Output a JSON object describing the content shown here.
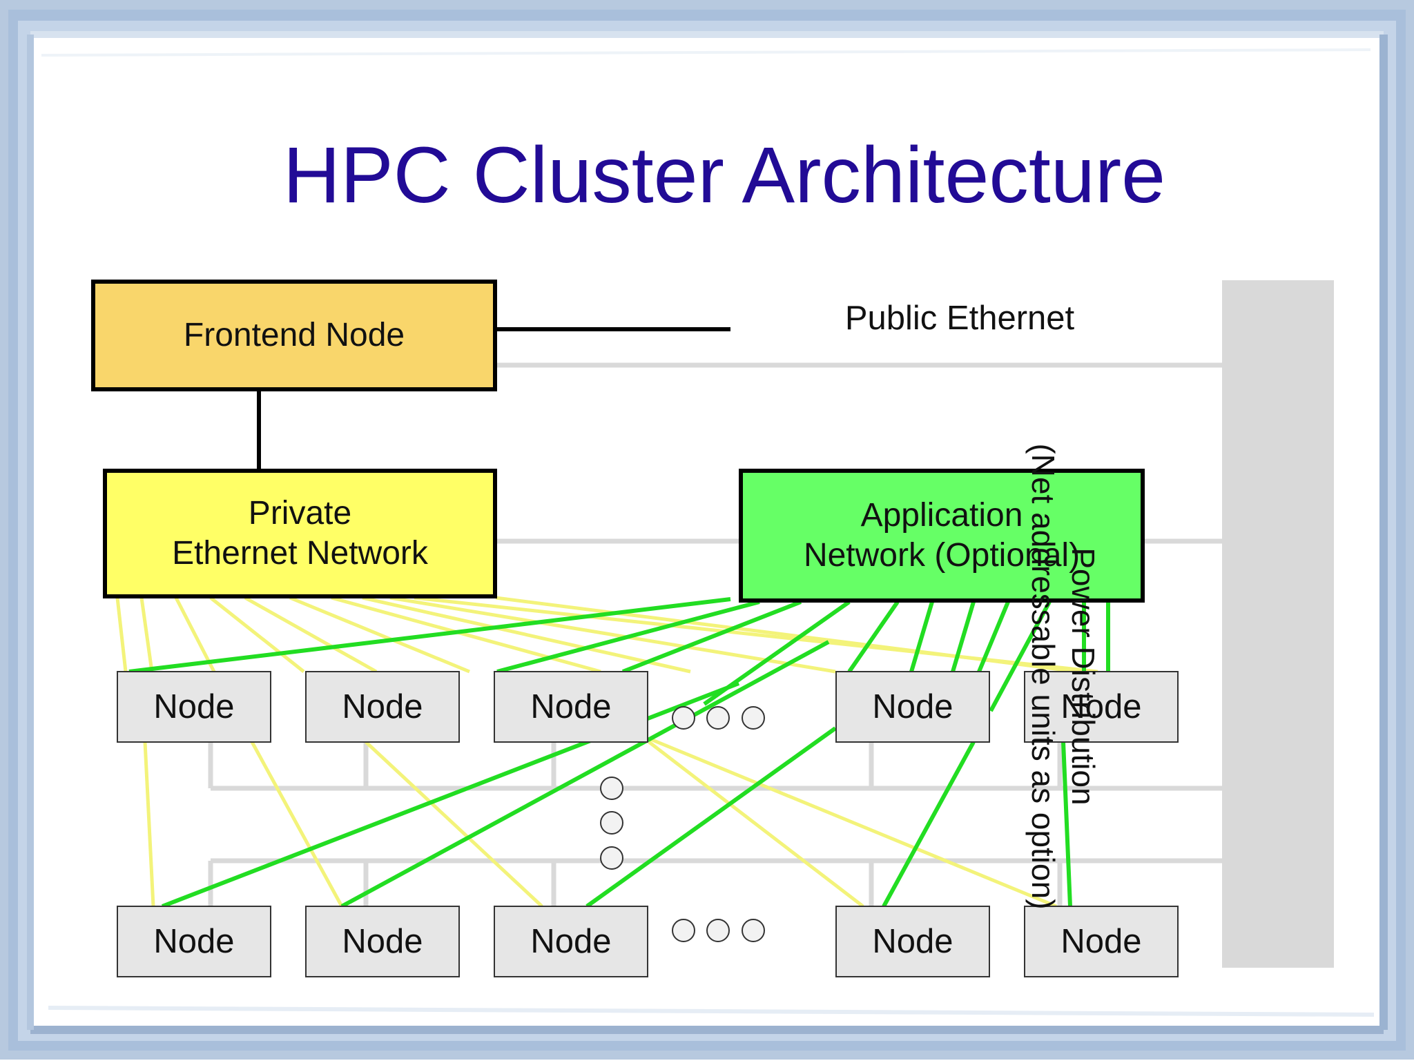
{
  "title": "HPC Cluster Architecture",
  "frontend": {
    "label": "Frontend Node"
  },
  "public_ethernet": {
    "label": "Public Ethernet"
  },
  "private_network": {
    "line1": "Private",
    "line2": "Ethernet Network"
  },
  "application_network": {
    "line1": "Application",
    "line2": "Network (Optional)"
  },
  "power": {
    "line1": "Power Distribution",
    "line2": "(Net addressable units as option)"
  },
  "node_label": "Node",
  "colors": {
    "title": "#220b96",
    "frontend_fill": "#f9d66b",
    "private_fill": "#ffff66",
    "application_fill": "#66ff66",
    "node_fill": "#e6e6e6",
    "power_fill": "#d9d9d9",
    "yellow_link": "#f3f37a",
    "green_link": "#22dd22",
    "frame_blue": "#9eb6d4"
  }
}
